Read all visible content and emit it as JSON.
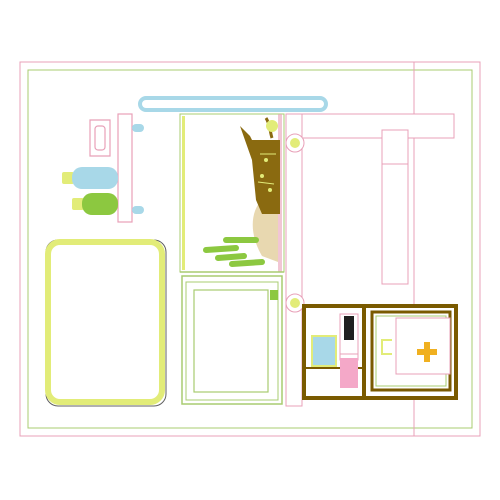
{
  "scene": {
    "description_free": true,
    "elements": [
      {
        "id": "outer-frame",
        "name": "outer-frame"
      },
      {
        "id": "inner-frame",
        "name": "inner-frame"
      },
      {
        "id": "right-divider",
        "name": "right-divider"
      },
      {
        "id": "wall-shelf",
        "name": "wall-shelf"
      },
      {
        "id": "towel-rail",
        "name": "towel-rail"
      },
      {
        "id": "soap-holder",
        "name": "soap-holder"
      },
      {
        "id": "bottle-blue",
        "name": "bottle-blue"
      },
      {
        "id": "bottle-green",
        "name": "bottle-green"
      },
      {
        "id": "bath-tub",
        "name": "bath-tub"
      },
      {
        "id": "window-upper",
        "name": "window-upper"
      },
      {
        "id": "window-lower",
        "name": "window-lower"
      },
      {
        "id": "plant-stump",
        "name": "plant-stump"
      },
      {
        "id": "grass-leaves",
        "name": "grass-leaves"
      },
      {
        "id": "door-panel",
        "name": "door-panel"
      },
      {
        "id": "hinge-top",
        "name": "hinge-top"
      },
      {
        "id": "hinge-bottom",
        "name": "hinge-bottom"
      },
      {
        "id": "cabinet",
        "name": "cabinet"
      },
      {
        "id": "first-aid-box",
        "name": "first-aid-box"
      },
      {
        "id": "first-aid-cross",
        "name": "first-aid-cross"
      },
      {
        "id": "toothbrush",
        "name": "toothbrush"
      },
      {
        "id": "blue-box",
        "name": "blue-box"
      },
      {
        "id": "pink-box",
        "name": "pink-box"
      }
    ]
  },
  "colors": {
    "pink_line": "#e8a0b8",
    "green_line": "#a8cc70",
    "lime": "#e2ec78",
    "light_blue": "#a8d8e8",
    "green_fill": "#8cc840",
    "olive": "#8a6a10",
    "olive_dark": "#7a5a00",
    "beige": "#e8d8b0",
    "orange": "#f0b020",
    "pink_fill": "#f4a8c8",
    "grass": "#8cc840"
  }
}
